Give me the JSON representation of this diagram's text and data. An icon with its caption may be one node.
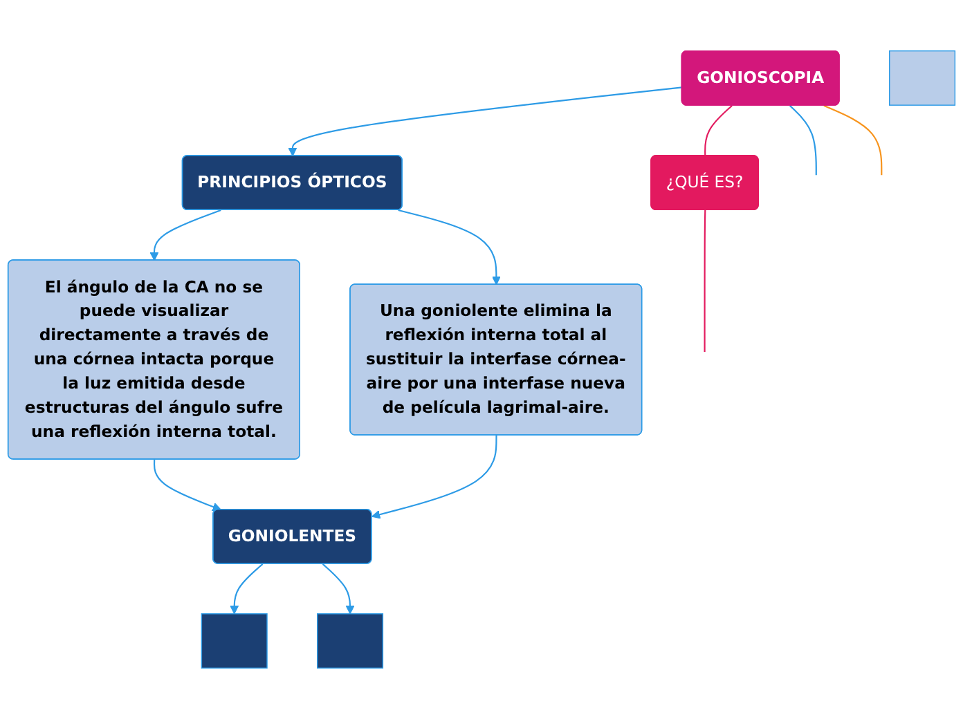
{
  "diagram": {
    "nodes": [
      {
        "text": [
          "GONIOSCOPIA"
        ]
      },
      {
        "text": [
          "¿QUÉ ES?"
        ]
      },
      {
        "text": [
          "PRINCIPIOS ÓPTICOS"
        ]
      },
      {
        "text": [
          "El ángulo de la CA no se puede visualizar directamente a través de una córnea intacta porque la luz emitida desde estructuras del ángulo sufre una reflexión interna total."
        ]
      },
      {
        "text": [
          "Una goniolente elimina la reflexión interna total al sustituir la interfase córnea-aire por una interfase nueva de película lagrimal-aire."
        ]
      },
      {
        "text": [
          "GONIOLENTES"
        ]
      },
      {
        "text": [],
        "shape": "box"
      },
      {
        "text": [],
        "shape": "box"
      },
      {
        "text": [],
        "shape": "box"
      }
    ],
    "edges": [
      {
        "from": 0,
        "to": 1,
        "arrow": "none",
        "color": "#e31b5f"
      },
      {
        "from": 1,
        "to": null,
        "arrow": "none",
        "color": "#e31b5f"
      },
      {
        "from": 0,
        "to": null,
        "arrow": "none"
      },
      {
        "from": 0,
        "to": null,
        "arrow": "none",
        "color": "#f7941d"
      },
      {
        "from": 0,
        "to": 2,
        "arrow": "to"
      },
      {
        "from": 2,
        "to": 3,
        "arrow": "to"
      },
      {
        "from": 2,
        "to": 4,
        "arrow": "to"
      },
      {
        "from": 3,
        "to": 5,
        "arrow": "to"
      },
      {
        "from": 4,
        "to": 5,
        "arrow": "to"
      },
      {
        "from": 5,
        "to": 6,
        "arrow": "to"
      },
      {
        "from": 5,
        "to": 7,
        "arrow": "to"
      }
    ]
  }
}
